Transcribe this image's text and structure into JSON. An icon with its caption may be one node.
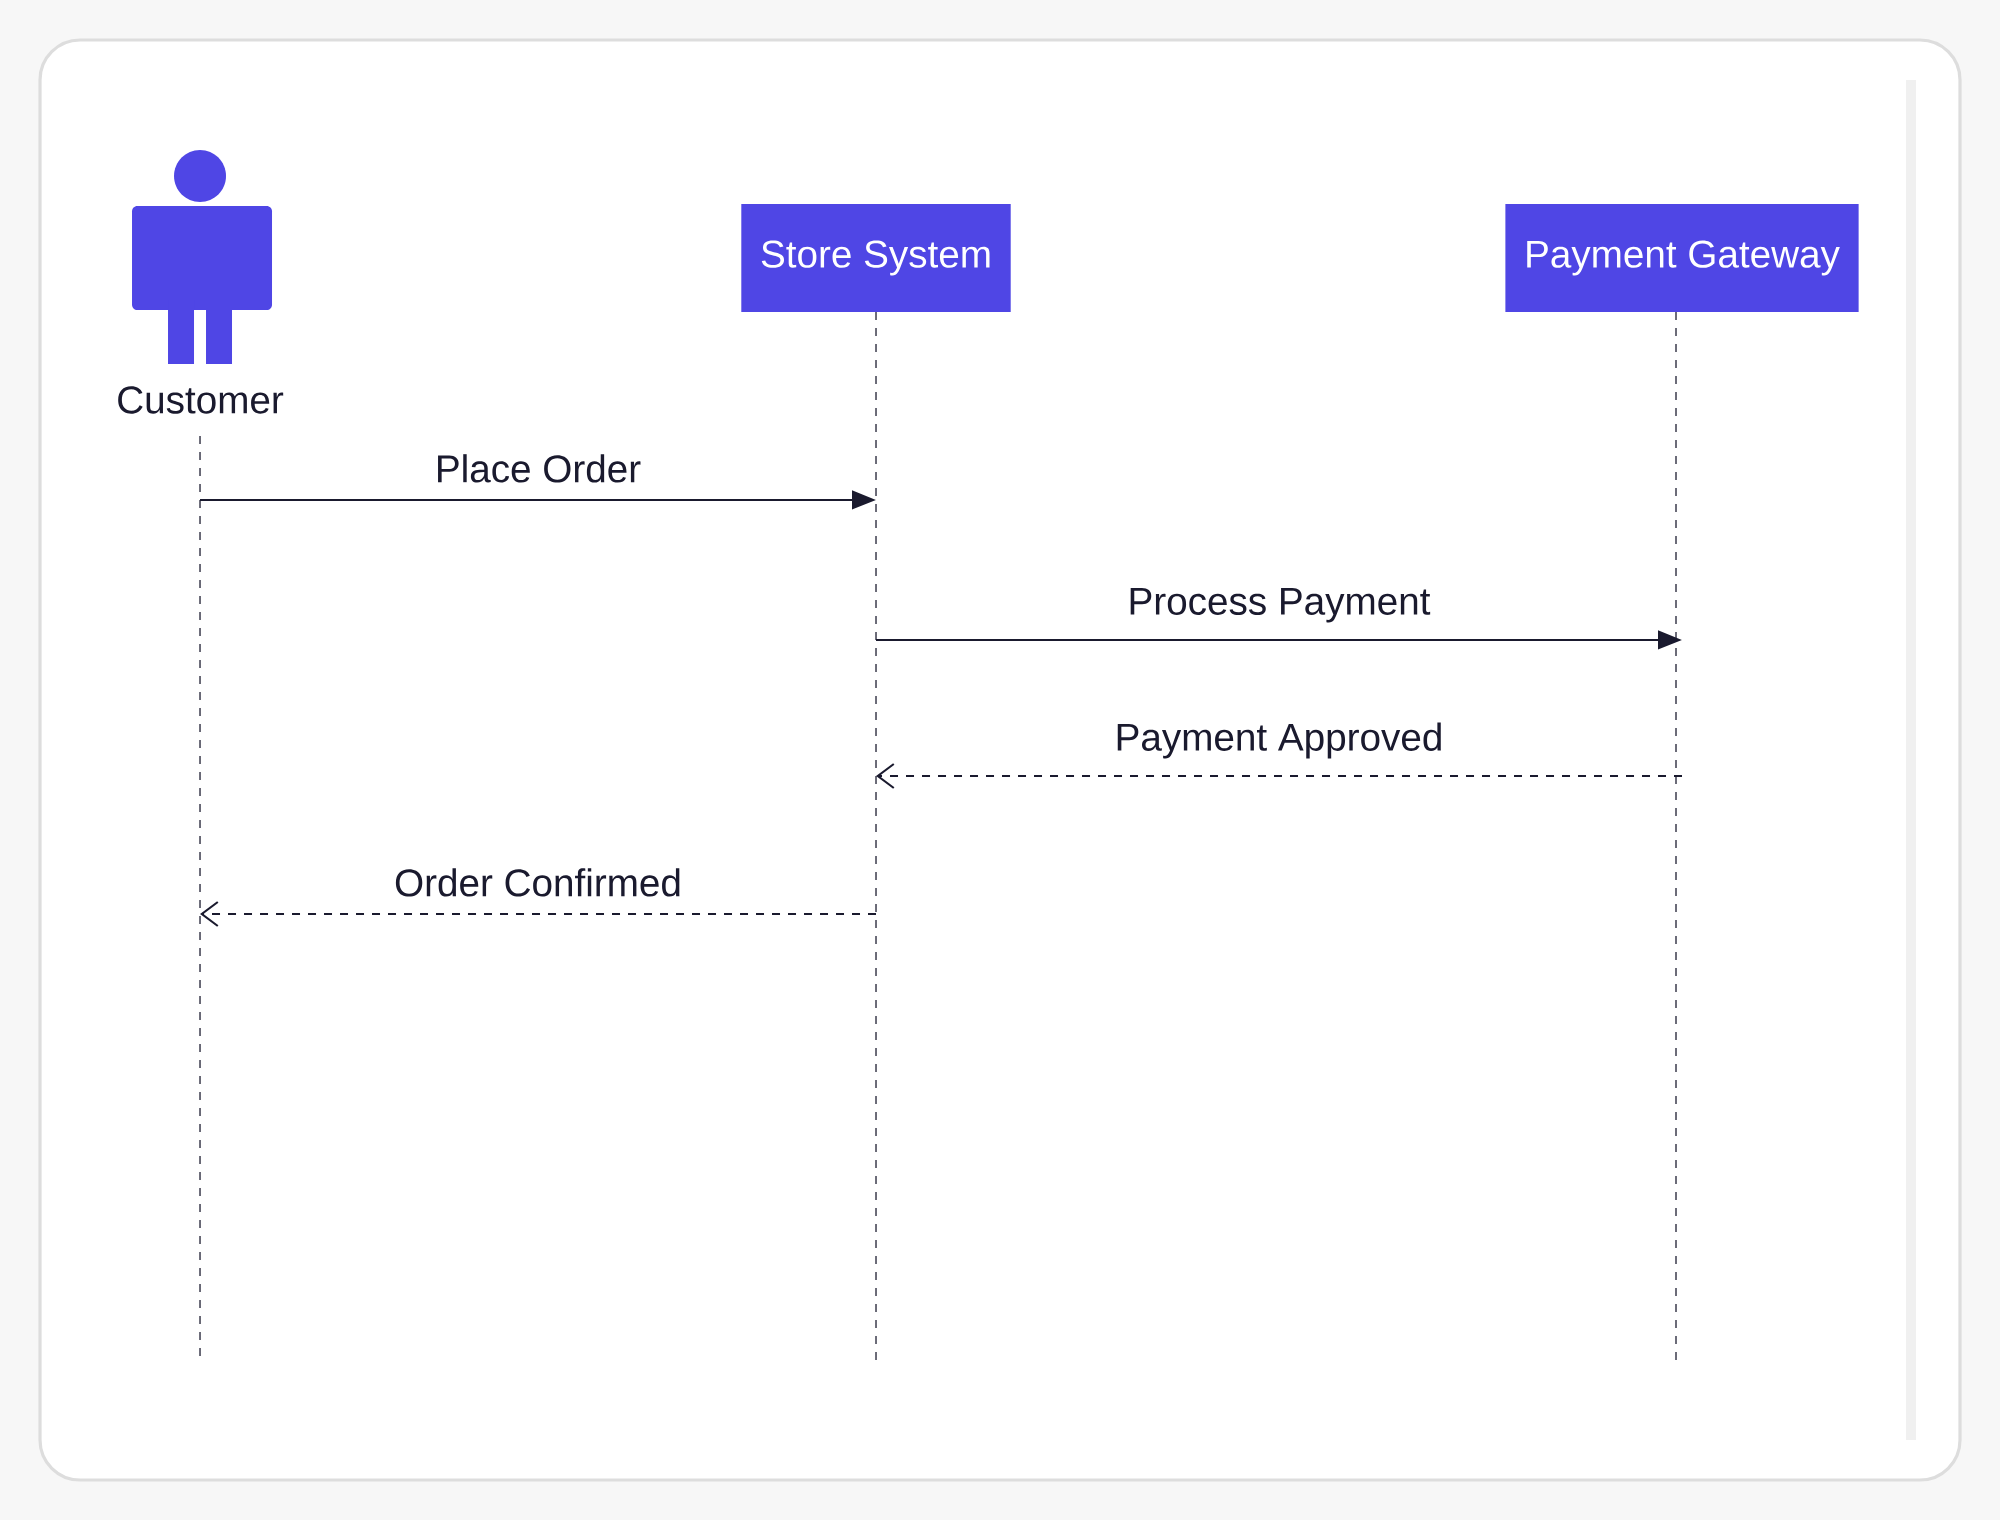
{
  "diagram": {
    "nodes": [
      {
        "text": [
          "Customer"
        ]
      },
      {
        "text": [
          "Store System"
        ]
      },
      {
        "text": [
          "Payment Gateway"
        ]
      }
    ],
    "edges": [
      {
        "from": 0,
        "to": 1,
        "arrow": "to",
        "label": "Place Order"
      },
      {
        "from": 1,
        "to": 2,
        "arrow": "to",
        "label": "Process Payment"
      },
      {
        "from": 2,
        "to": 1,
        "arrow": "to",
        "label": "Payment Approved",
        "style": "dashed"
      },
      {
        "from": 1,
        "to": 0,
        "arrow": "to",
        "label": "Order Confirmed",
        "style": "dashed"
      }
    ]
  }
}
